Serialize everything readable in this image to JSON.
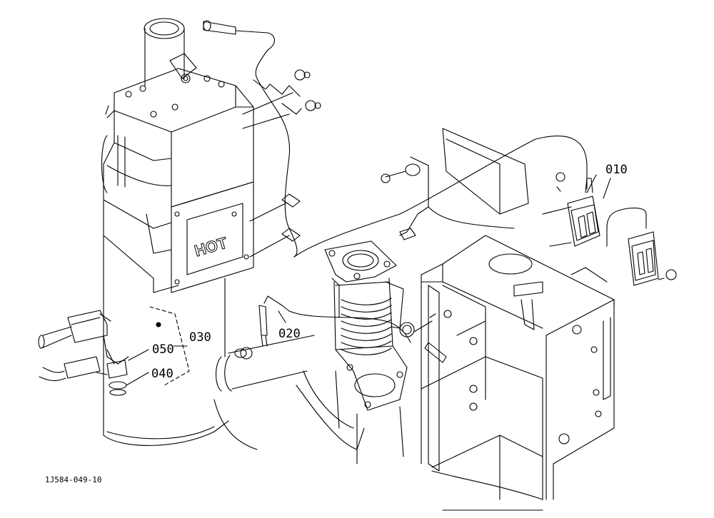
{
  "callouts": {
    "c010": "010",
    "c020": "020",
    "c030": "030",
    "c040": "040",
    "c050": "050"
  },
  "hot_label": "HOT",
  "figure_code": "1J584-049-10",
  "colors": {
    "ink": "#000000",
    "paper": "#ffffff"
  }
}
